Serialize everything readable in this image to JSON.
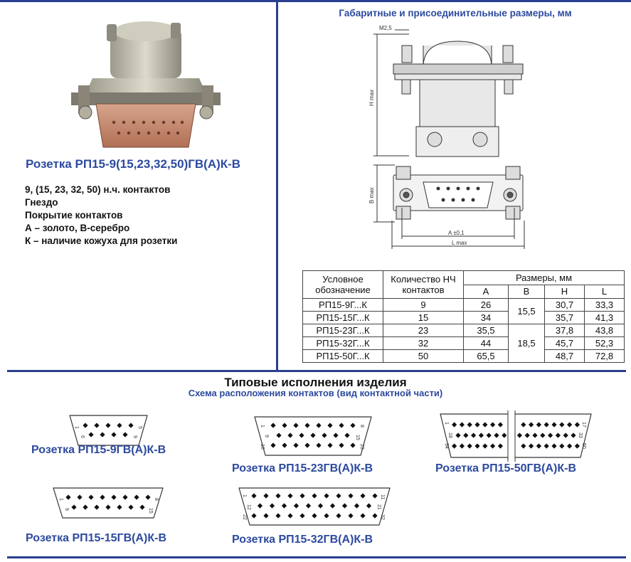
{
  "product": {
    "title": "Розетка РП15-9(15,23,32,50)ГВ(А)К-В",
    "specs": [
      "9, (15, 23, 32, 50)  н.ч. контактов",
      "Гнездо",
      "Покрытие контактов",
      "А – золото, В-серебро",
      "К – наличие кожуха для розетки"
    ]
  },
  "dimensions": {
    "title": "Габаритные и присоединительные размеры, мм",
    "labels": {
      "m": "M2,5",
      "h": "H max",
      "b": "B max",
      "a": "A ±0,1",
      "l": "L max"
    }
  },
  "table": {
    "headers": {
      "designation": "Условное обозначение",
      "contacts": "Количество НЧ контактов",
      "sizes": "Размеры, мм",
      "a": "A",
      "b": "B",
      "h": "H",
      "l": "L"
    },
    "rows": [
      {
        "designation": "РП15-9Г...К",
        "contacts": "9",
        "a": "26",
        "h": "30,7",
        "l": "33,3"
      },
      {
        "designation": "РП15-15Г...К",
        "contacts": "15",
        "a": "34",
        "h": "35,7",
        "l": "41,3"
      },
      {
        "designation": "РП15-23Г...К",
        "contacts": "23",
        "a": "35,5",
        "h": "37,8",
        "l": "43,8"
      },
      {
        "designation": "РП15-32Г...К",
        "contacts": "32",
        "a": "44",
        "h": "45,7",
        "l": "52,3"
      },
      {
        "designation": "РП15-50Г...К",
        "contacts": "50",
        "a": "65,5",
        "h": "48,7",
        "l": "72,8"
      }
    ],
    "b_groups": [
      "15,5",
      "18,5"
    ]
  },
  "section": {
    "title": "Типовые исполнения изделия",
    "subtitle": "Схема расположения контактов (вид  контактной части)"
  },
  "variants": [
    {
      "label": "Розетка РП15-9ГВ(А)К-В",
      "pins": [
        "1",
        "5",
        "6",
        "9"
      ]
    },
    {
      "label": "Розетка РП15-15ГВ(А)К-В",
      "pins": [
        "1",
        "8",
        "9",
        "15"
      ]
    },
    {
      "label": "Розетка РП15-23ГВ(А)К-В",
      "pins": [
        "1",
        "8",
        "9",
        "15",
        "16",
        "23"
      ]
    },
    {
      "label": "Розетка РП15-32ГВ(А)К-В",
      "pins": [
        "1",
        "11",
        "12",
        "21",
        "22",
        "32"
      ]
    },
    {
      "label": "Розетка РП15-50ГВ(А)К-В",
      "pins": [
        "1",
        "17",
        "18",
        "33",
        "34",
        "50"
      ]
    }
  ],
  "colors": {
    "accent": "#2c4a9e",
    "rule": "#2a3f8f"
  }
}
